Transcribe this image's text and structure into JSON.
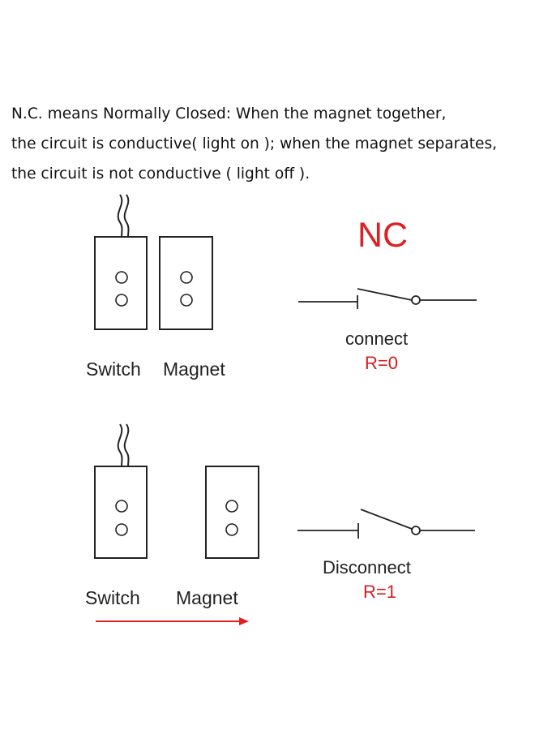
{
  "description": {
    "line1": "N.C. means Normally Closed: When the magnet together,",
    "line2": "the circuit is conductive( light on ); when the magnet separates,",
    "line3": "the circuit is not conductive ( light off )."
  },
  "title": "NC",
  "closed_state": {
    "switch_label": "Switch",
    "magnet_label": "Magnet",
    "status": "connect",
    "resistance": "R=0"
  },
  "open_state": {
    "switch_label": "Switch",
    "magnet_label": "Magnet",
    "status": "Disconnect",
    "resistance": "R=1"
  },
  "colors": {
    "accent_red": "#e02020",
    "line": "#222222"
  }
}
